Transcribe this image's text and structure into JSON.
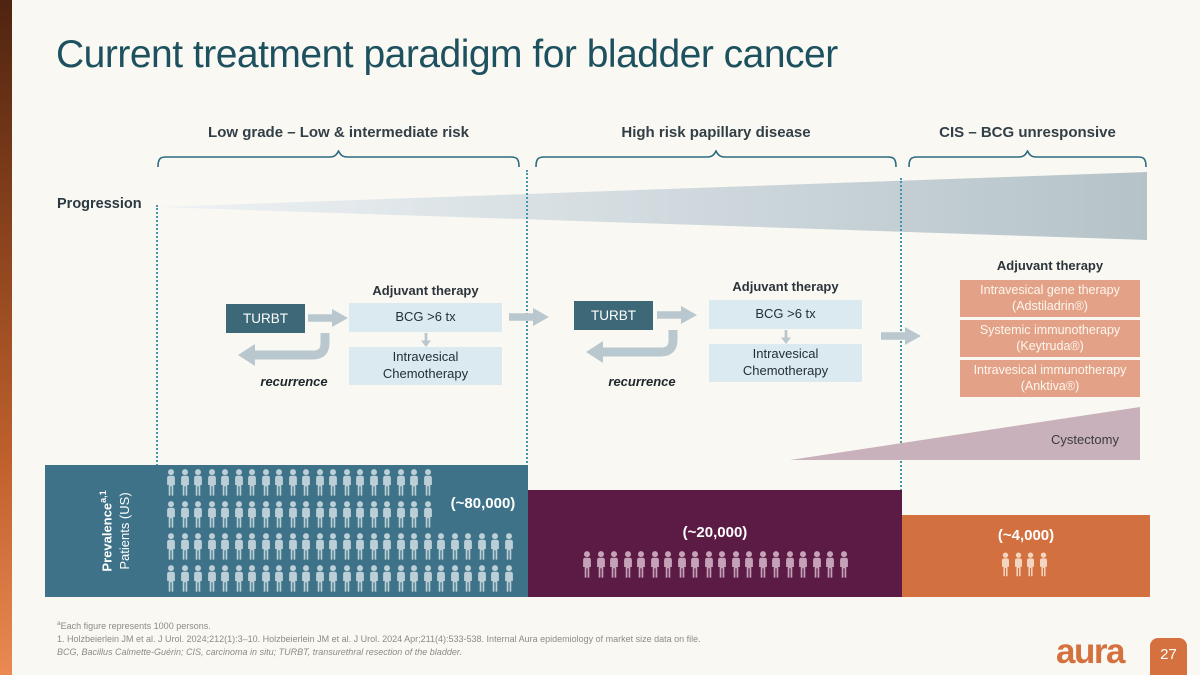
{
  "title": "Current treatment paradigm for bladder cancer",
  "sections": [
    {
      "label": "Low grade – Low & intermediate risk"
    },
    {
      "label": "High risk papillary disease"
    },
    {
      "label": "CIS – BCG unresponsive"
    }
  ],
  "progression_label": "Progression",
  "flow_labels": {
    "adjuvant": "Adjuvant therapy",
    "turbt": "TURBT",
    "bcg": "BCG >6 tx",
    "chemo": "Intravesical Chemotherapy",
    "recurrence": "recurrence"
  },
  "cis_panel": {
    "adjuvant": "Adjuvant therapy",
    "therapies": [
      {
        "name": "Intravesical gene therapy",
        "brand": "(Adstiladrin®)"
      },
      {
        "name": "Systemic immunotherapy",
        "brand": "(Keytruda®)"
      },
      {
        "name": "Intravesical immunotherapy",
        "brand": "(Anktiva®)"
      }
    ]
  },
  "cystectomy_label": "Cystectomy",
  "prevalence": {
    "axis_line1": "Prevalence",
    "axis_line1_sup": "a,1",
    "axis_line2": "Patients (US)",
    "bars": [
      {
        "value": "(~80,000)",
        "icon_rows": [
          20,
          20,
          26,
          26
        ],
        "color": "#3d7288"
      },
      {
        "value": "(~20,000)",
        "icon_rows": [
          20
        ],
        "color": "#5b1b45"
      },
      {
        "value": "(~4,000)",
        "icon_rows": [
          4
        ],
        "color": "#d2703f"
      }
    ]
  },
  "footnotes": {
    "line1_sup": "a",
    "line1": "Each figure represents 1000 persons.",
    "line2": "1. Holzbeierlein JM et al. J Urol. 2024;212(1):3–10. Holzbeierlein JM et al. J Urol. 2024 Apr;211(4):533-538. Internal Aura epidemiology of market size data on file.",
    "line3": "BCG, Bacillus Calmette-Guérin; CIS, carcinoma in situ; TURBT, transurethral resection of the bladder."
  },
  "footer": {
    "logo": "aura",
    "page": "27"
  },
  "colors": {
    "background": "#faf8f2",
    "title_teal": "#1d515f",
    "dark_teal_box": "#3d6877",
    "light_blue_box": "#dbe9f1",
    "salmon_box": "#e3a287",
    "teal_bar": "#3d7288",
    "maroon_bar": "#5b1b45",
    "orange_bar": "#d2703f",
    "cystectomy_mauve": "#c8b1bb",
    "arrow_gray": "#b9c8ce",
    "accent_orange": "#d4713e"
  }
}
